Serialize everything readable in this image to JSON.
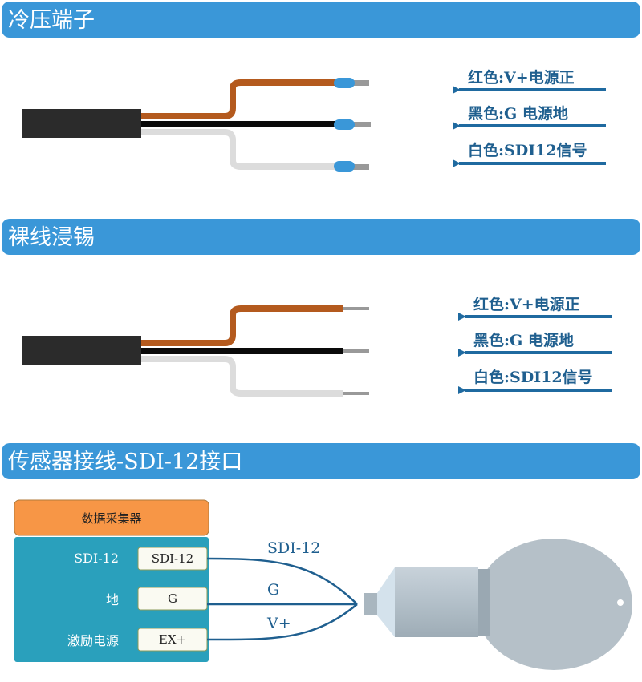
{
  "sections": [
    {
      "title": "冷压端子",
      "labels": [
        "红色:V+电源正",
        "黑色:G 电源地",
        "白色:SDI12信号"
      ]
    },
    {
      "title": "裸线浸锡",
      "labels": [
        "红色:V+电源正",
        "黑色:G 电源地",
        "白色:SDI12信号"
      ]
    },
    {
      "title": "传感器接线-SDI-12接口"
    }
  ],
  "logger": {
    "title": "数据采集器",
    "rows": [
      {
        "label": "SDI-12",
        "terminal": "SDI-12"
      },
      {
        "label": "地",
        "terminal": "G"
      },
      {
        "label": "激励电源",
        "terminal": "EX+"
      }
    ]
  },
  "wires": [
    "SDI-12",
    "G",
    "V+"
  ],
  "colors": {
    "header": "#3a97d8",
    "arrow": "#1f6aa0",
    "red_wire": "#b45a1e",
    "logger": "#2aa0bc",
    "logger_title": "#f79646"
  }
}
